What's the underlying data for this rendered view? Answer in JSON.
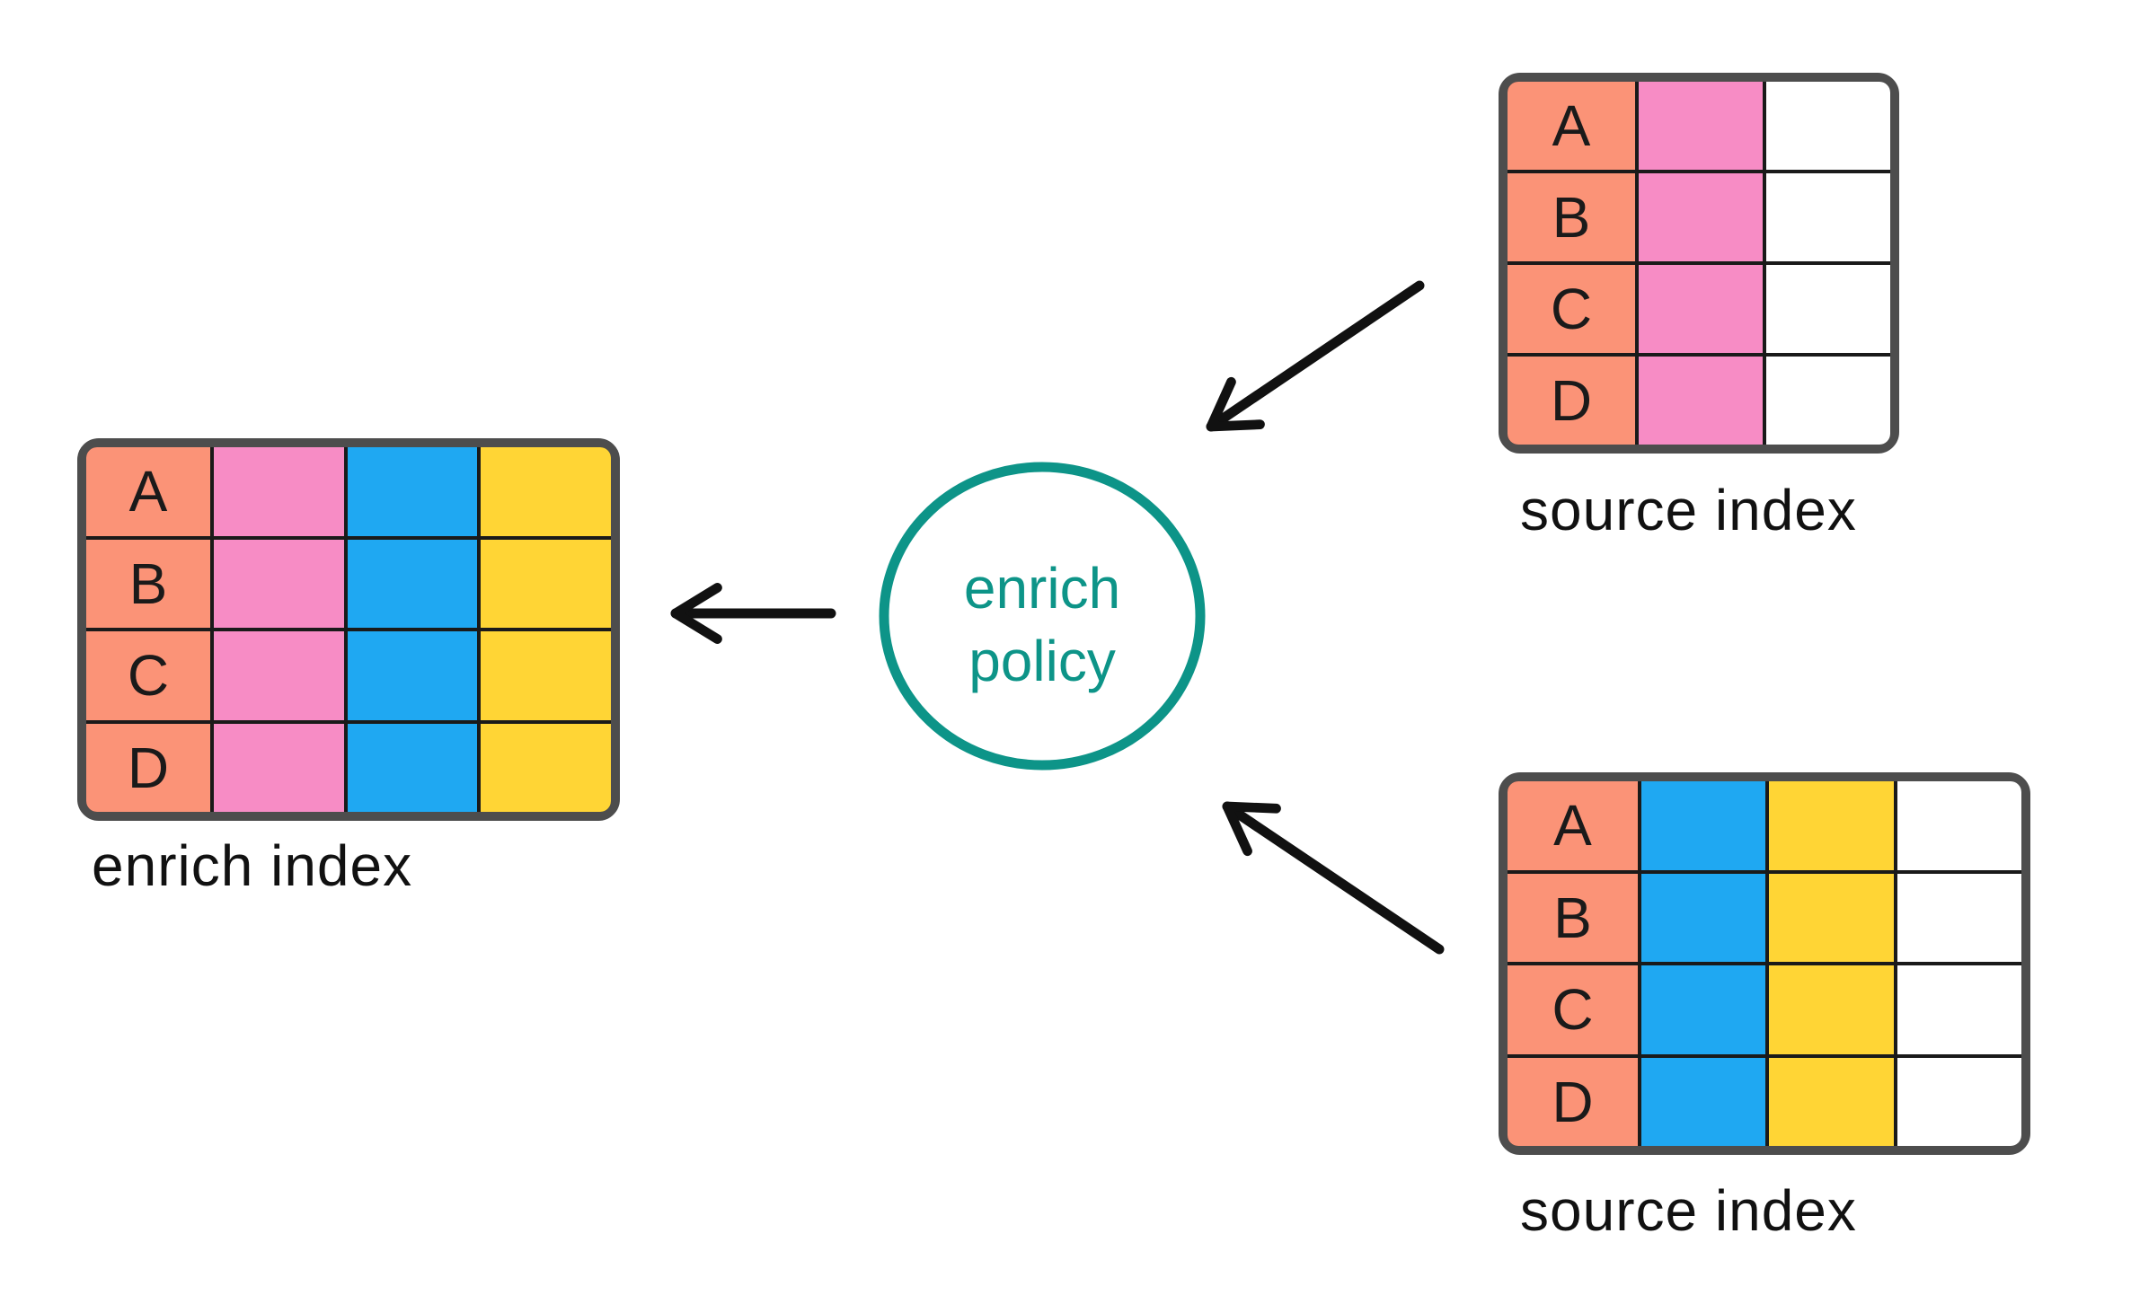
{
  "colors": {
    "salmon": "#FB9377",
    "pink": "#F78CC5",
    "blue": "#1FA8F2",
    "yellow": "#FFD535",
    "white": "#FFFFFF",
    "teal": "#0D9488",
    "arrow": "#111111",
    "table_border": "#4D4D4D"
  },
  "enrich_index": {
    "label": "enrich index",
    "rows": [
      "A",
      "B",
      "C",
      "D"
    ],
    "columns": [
      "salmon",
      "pink",
      "blue",
      "yellow"
    ]
  },
  "source_index_top": {
    "label": "source index",
    "rows": [
      "A",
      "B",
      "C",
      "D"
    ],
    "columns": [
      "salmon",
      "pink",
      "white"
    ]
  },
  "source_index_bottom": {
    "label": "source index",
    "rows": [
      "A",
      "B",
      "C",
      "D"
    ],
    "columns": [
      "salmon",
      "blue",
      "yellow",
      "white"
    ]
  },
  "enrich_policy": {
    "line1": "enrich",
    "line2": "policy"
  }
}
